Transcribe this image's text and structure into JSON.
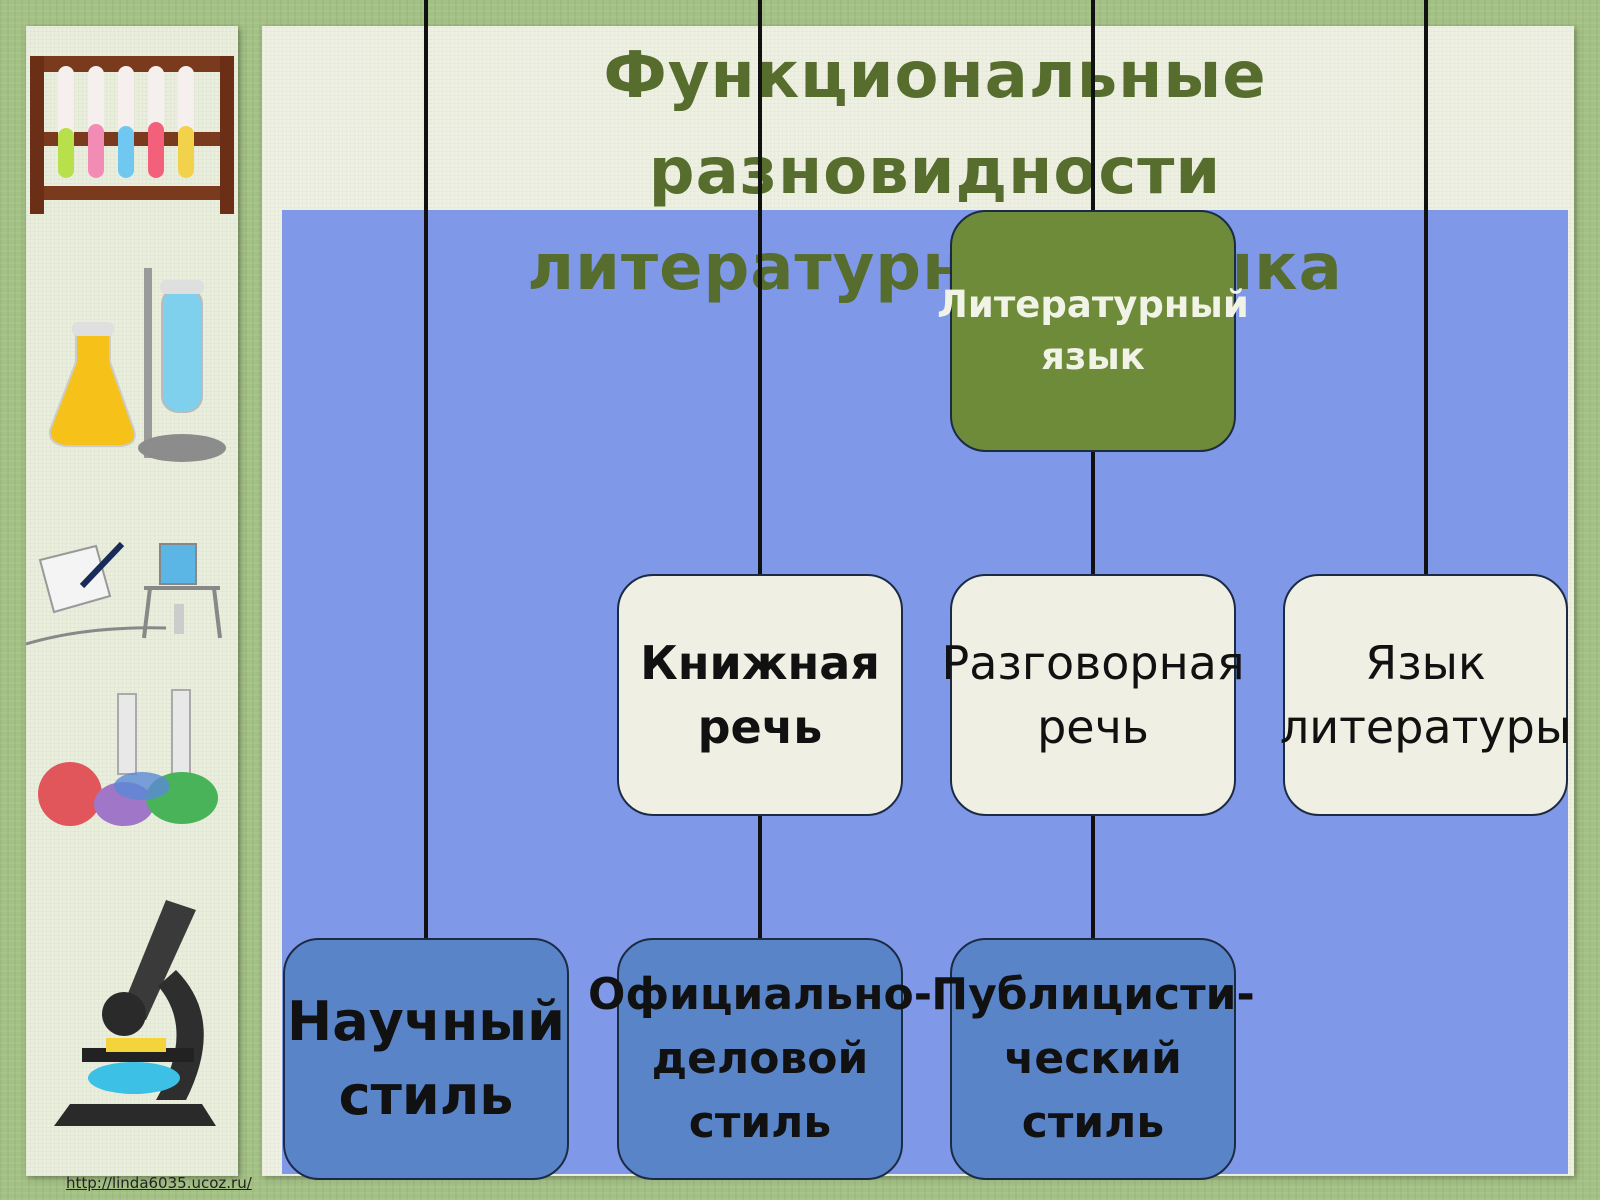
{
  "title": {
    "line1": "Функциональные разновидности",
    "line2": "литературного языка"
  },
  "nodes": {
    "root": {
      "line1": "Литературный",
      "line2": "язык"
    },
    "bookish": {
      "line1": "Книжная",
      "line2": "речь"
    },
    "colloquial": {
      "line1": "Разговорная",
      "line2": "речь"
    },
    "fiction": {
      "line1": "Язык",
      "line2": "литературы"
    },
    "scientific": {
      "line1": "Научный",
      "line2": "стиль"
    },
    "official": {
      "line1": "Официально-",
      "line2": "деловой",
      "line3": "стиль"
    },
    "journalistic": {
      "line1": "Публицисти-",
      "line2": "ческий",
      "line3": "стиль"
    }
  },
  "credit": "http://linda6035.ucoz.ru/",
  "colors": {
    "title": "#566d2d",
    "root_fill": "#6e8b3a",
    "light_fill": "#f0efe4",
    "blue_fill": "#5a84c8",
    "diagram_bg": "#7f98e8"
  },
  "icons": [
    "test-tube-rack-icon",
    "flasks-icon",
    "notepad-burner-icon",
    "glassware-icon",
    "microscope-icon"
  ]
}
